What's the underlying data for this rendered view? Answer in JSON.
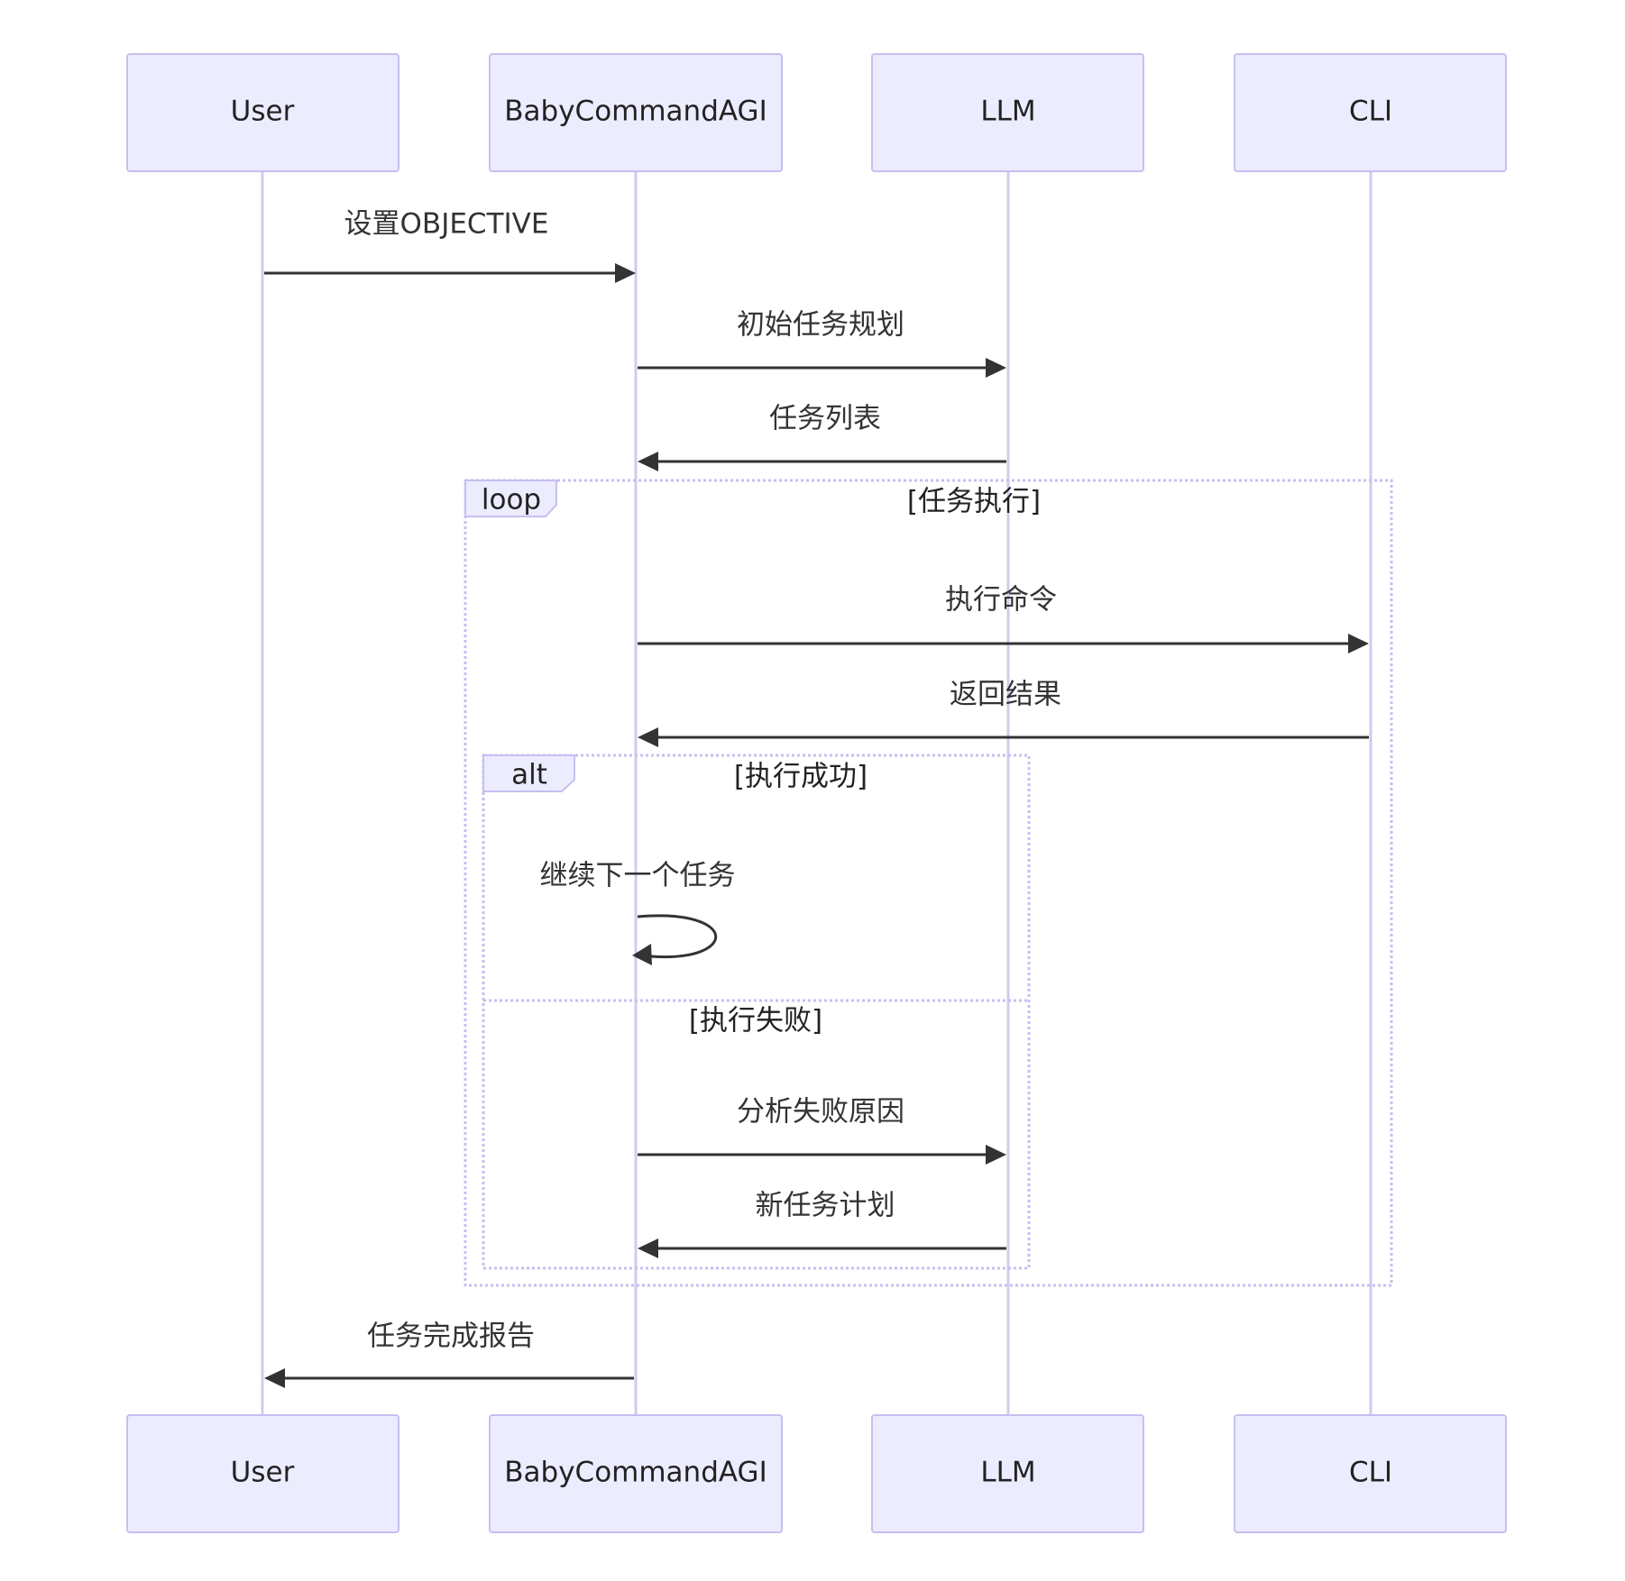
{
  "participants": [
    {
      "id": "user",
      "label": "User"
    },
    {
      "id": "agi",
      "label": "BabyCommandAGI"
    },
    {
      "id": "llm",
      "label": "LLM"
    },
    {
      "id": "cli",
      "label": "CLI"
    }
  ],
  "messages": {
    "set_objective": "设置OBJECTIVE",
    "initial_planning": "初始任务规划",
    "task_list": "任务列表",
    "execute_command": "执行命令",
    "return_result": "返回结果",
    "continue_next": "继续下一个任务",
    "analyze_failure": "分析失败原因",
    "new_task_plan": "新任务计划",
    "task_complete_report": "任务完成报告"
  },
  "frames": {
    "loop": {
      "tag": "loop",
      "condition": "[任务执行]"
    },
    "alt": {
      "tag": "alt",
      "condition": "[执行成功]",
      "else_condition": "[执行失败]"
    }
  },
  "colors": {
    "actor_fill": "#ECECFF",
    "actor_stroke": "#C8BEF0",
    "lifeline": "#D5C8F0",
    "message": "#333333"
  }
}
